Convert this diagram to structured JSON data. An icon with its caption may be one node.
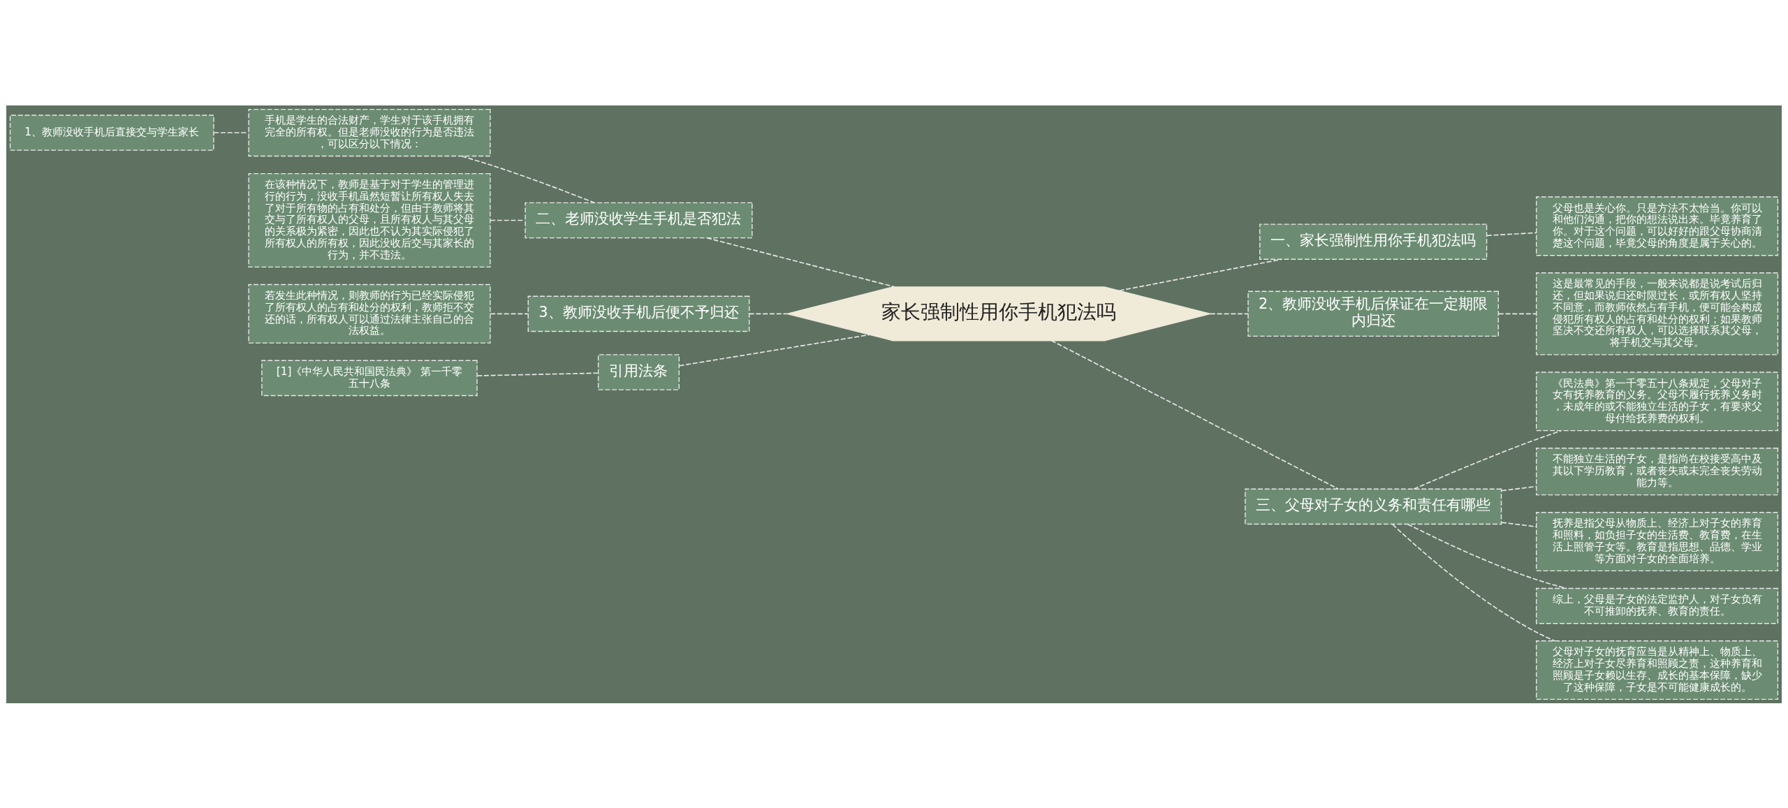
{
  "diagram": {
    "nodes": [
      {
        "text": [
          "家长强制性用你手机犯法吗"
        ]
      },
      {
        "text": [
          "一、家长强制性用你手机犯法吗"
        ]
      },
      {
        "text": [
          "父母也是关心你。只是方法不太恰当。你可以和他们沟通，把你的想法说出来。毕竟养育了你。对于这个问题，可以好好的跟父母协商清楚这个问题，毕竟父母的角度是属于关心的。"
        ]
      },
      {
        "text": [
          "2、教师没收手机后保证在一定期限内归还"
        ]
      },
      {
        "text": [
          "这是最常见的手段，一般来说都是说考试后归还，但如果说归还时限过长，或所有权人坚持不同意，而教师依然占有手机，便可能会构成侵犯所有权人的占有和处分的权利；如果教师坚决不交还所有权人，可以选择联系其父母，将手机交与其父母。"
        ]
      },
      {
        "text": [
          "三、父母对子女的义务和责任有哪些"
        ]
      },
      {
        "text": [
          "《民法典》第一千零五十八条规定，父母对子女有抚养教育的义务。父母不履行抚养义务时，未成年的或不能独立生活的子女，有要求父母付给抚养费的权利。"
        ]
      },
      {
        "text": [
          "不能独立生活的子女，是指尚在校接受高中及其以下学历教育，或者丧失或未完全丧失劳动能力等。"
        ]
      },
      {
        "text": [
          "抚养是指父母从物质上、经济上对子女的养育和照料，如负担子女的生活费、教育费，在生活上照管子女等。教育是指思想、品德、学业等方面对子女的全面培养。"
        ]
      },
      {
        "text": [
          "综上，父母是子女的法定监护人，对子女负有不可推卸的抚养、教育的责任。"
        ]
      },
      {
        "text": [
          "父母对子女的抚育应当是从精神上、物质上、经济上对子女尽养育和照顾之责，这种养育和照顾是子女赖以生存、成长的基本保障，缺少了这种保障，子女是不可能健康成长的。"
        ]
      },
      {
        "text": [
          "二、老师没收学生手机是否犯法"
        ]
      },
      {
        "text": [
          "手机是学生的合法财产，学生对于该手机拥有完全的所有权。但是老师没收的行为是否违法，可以区分以下情况："
        ]
      },
      {
        "text": [
          "1、教师没收手机后直接交与学生家长"
        ]
      },
      {
        "text": [
          "在该种情况下，教师是基于对于学生的管理进行的行为，没收手机虽然短暂让所有权人失去了对于所有物的占有和处分，但由于教师将其交与了所有权人的父母，且所有权人与其父母的关系极为紧密，因此也不认为其实际侵犯了所有权人的所有权，因此没收后交与其家长的行为，并不违法。"
        ]
      },
      {
        "text": [
          "3、教师没收手机后便不予归还"
        ]
      },
      {
        "text": [
          "若发生此种情况，则教师的行为已经实际侵犯了所有权人的占有和处分的权利，教师拒不交还的话，所有权人可以通过法律主张自己的合法权益。"
        ]
      },
      {
        "text": [
          "引用法条"
        ]
      },
      {
        "text": [
          "[1]《中华人民共和国民法典》 第一千零五十八条"
        ]
      }
    ],
    "edges": [
      {
        "from": 0,
        "to": 1,
        "arrow": "none"
      },
      {
        "from": 1,
        "to": 2,
        "arrow": "none"
      },
      {
        "from": 0,
        "to": 3,
        "arrow": "none"
      },
      {
        "from": 3,
        "to": 4,
        "arrow": "none"
      },
      {
        "from": 0,
        "to": 5,
        "arrow": "none"
      },
      {
        "from": 5,
        "to": 6,
        "arrow": "none"
      },
      {
        "from": 5,
        "to": 7,
        "arrow": "none"
      },
      {
        "from": 5,
        "to": 8,
        "arrow": "none"
      },
      {
        "from": 5,
        "to": 9,
        "arrow": "none"
      },
      {
        "from": 5,
        "to": 10,
        "arrow": "none"
      },
      {
        "from": 0,
        "to": 11,
        "arrow": "none"
      },
      {
        "from": 11,
        "to": 12,
        "arrow": "none"
      },
      {
        "from": 12,
        "to": 13,
        "arrow": "none"
      },
      {
        "from": 11,
        "to": 14,
        "arrow": "none"
      },
      {
        "from": 0,
        "to": 15,
        "arrow": "none"
      },
      {
        "from": 15,
        "to": 16,
        "arrow": "none"
      },
      {
        "from": 0,
        "to": 17,
        "arrow": "none"
      },
      {
        "from": 17,
        "to": 18,
        "arrow": "none"
      }
    ]
  }
}
